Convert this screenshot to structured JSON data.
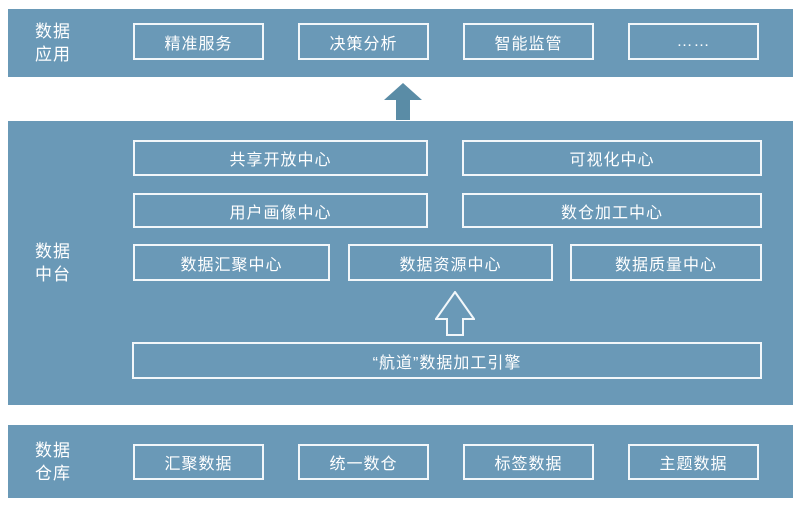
{
  "colors": {
    "band": "#6a99b7",
    "solid_arrow": "#5a8ca6",
    "box_border": "#f2f7fa",
    "text": "#ffffff",
    "background": "#ffffff"
  },
  "layers": {
    "application": {
      "label": [
        "数据",
        "应用"
      ],
      "boxes": [
        "精准服务",
        "决策分析",
        "智能监管",
        "……"
      ]
    },
    "platform": {
      "label": [
        "数据",
        "中台"
      ],
      "row1": [
        "共享开放中心",
        "可视化中心"
      ],
      "row2": [
        "用户画像中心",
        "数仓加工中心"
      ],
      "row3": [
        "数据汇聚中心",
        "数据资源中心",
        "数据质量中心"
      ],
      "engine": "“航道”数据加工引擎"
    },
    "warehouse": {
      "label": [
        "数据",
        "仓库"
      ],
      "boxes": [
        "汇聚数据",
        "统一数仓",
        "标签数据",
        "主题数据"
      ]
    }
  },
  "icons": {
    "between_app_and_platform": "solid-up-arrow",
    "inside_platform": "outline-up-arrow"
  }
}
